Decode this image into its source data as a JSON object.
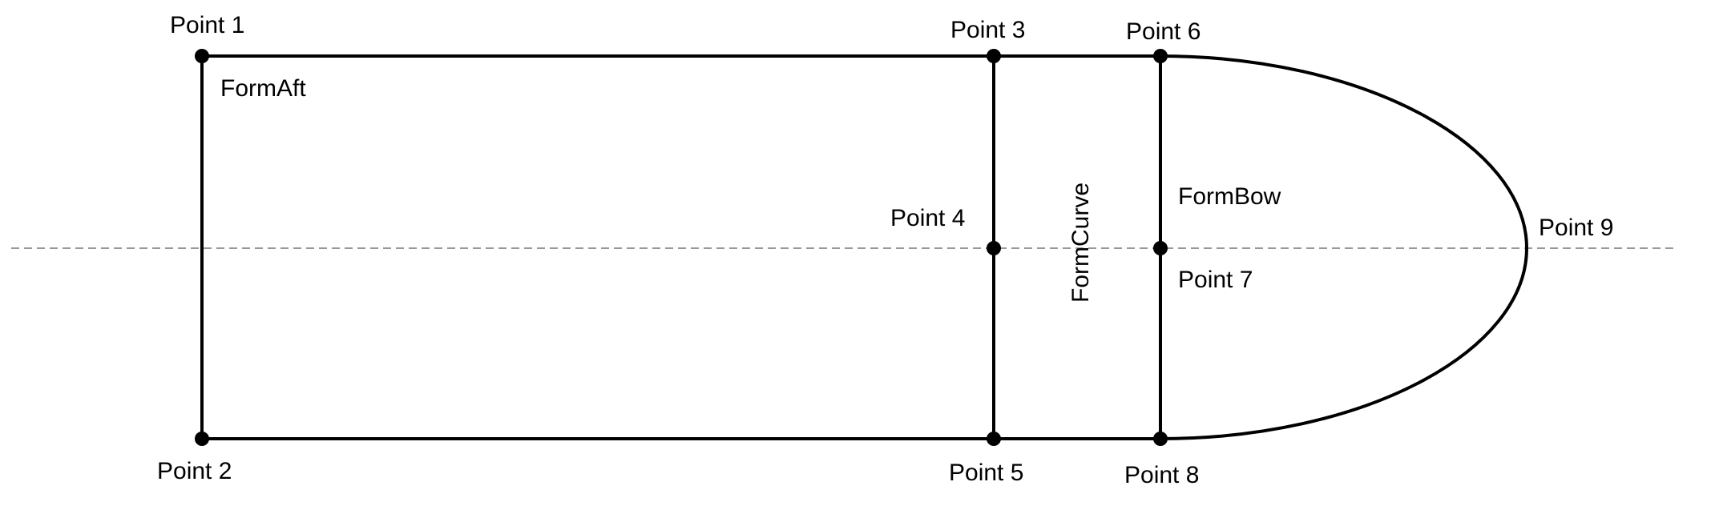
{
  "points": [
    {
      "id": "1",
      "label": "Point 1"
    },
    {
      "id": "2",
      "label": "Point 2"
    },
    {
      "id": "3",
      "label": "Point 3"
    },
    {
      "id": "4",
      "label": "Point 4"
    },
    {
      "id": "5",
      "label": "Point 5"
    },
    {
      "id": "6",
      "label": "Point 6"
    },
    {
      "id": "7",
      "label": "Point 7"
    },
    {
      "id": "8",
      "label": "Point 8"
    },
    {
      "id": "9",
      "label": "Point 9"
    }
  ],
  "forms": {
    "aft": "FormAft",
    "curve": "FormCurve",
    "bow": "FormBow"
  },
  "colors": {
    "line": "#000000",
    "centerline": "#777777",
    "background": "#ffffff"
  }
}
